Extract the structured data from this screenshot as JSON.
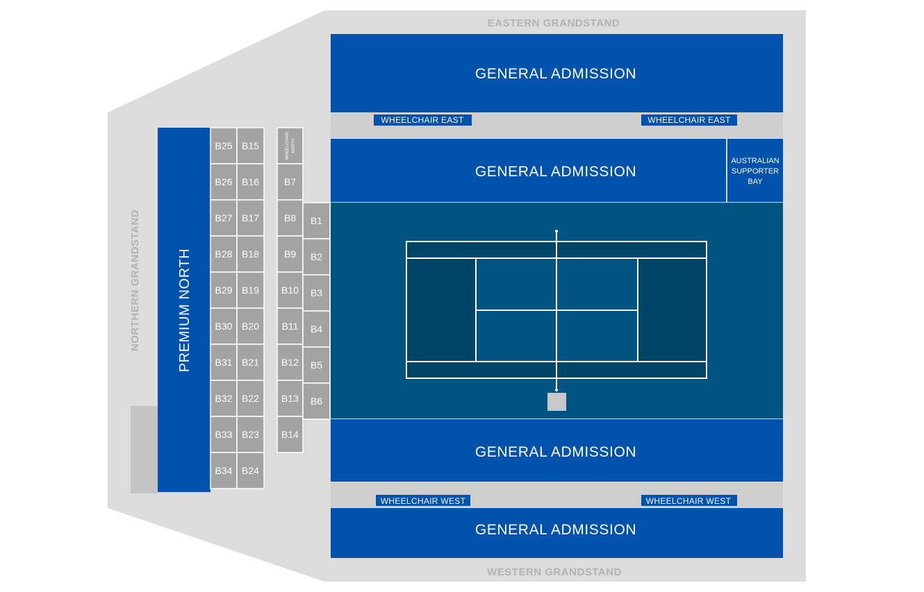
{
  "stands": {
    "eastern": "EASTERN GRANDSTAND",
    "western": "WESTERN GRANDSTAND",
    "northern": "NORTHERN GRANDSTAND"
  },
  "sections": {
    "ga_east_top": "GENERAL ADMISSION",
    "ga_east_bottom": "GENERAL ADMISSION",
    "ga_west_top": "GENERAL ADMISSION",
    "ga_west_bottom": "GENERAL ADMISSION",
    "wheelchair_east_1": "WHEELCHAIR EAST",
    "wheelchair_east_2": "WHEELCHAIR EAST",
    "wheelchair_west_1": "WHEELCHAIR WEST",
    "wheelchair_west_2": "WHEELCHAIR WEST",
    "wheelchair_north": [
      "WHEELCHAIR",
      "NORTH"
    ],
    "supporter_bay": [
      "AUSTRALIAN",
      "SUPPORTER",
      "BAY"
    ],
    "premium_north": "PREMIUM NORTH"
  },
  "boxes": {
    "col_outer": [
      "B25",
      "B26",
      "B27",
      "B28",
      "B29",
      "B30",
      "B31",
      "B32",
      "B33",
      "B34"
    ],
    "col_mid": [
      "B15",
      "B16",
      "B17",
      "B18",
      "B19",
      "B20",
      "B21",
      "B22",
      "B23",
      "B24"
    ],
    "col_inner": [
      "B7",
      "B8",
      "B9",
      "B10",
      "B11",
      "B12",
      "B13",
      "B14"
    ],
    "col_court": [
      "B1",
      "B2",
      "B3",
      "B4",
      "B5",
      "B6"
    ]
  },
  "colors": {
    "general_admission": "#0052ad",
    "court_surround": "#005482",
    "court": "#004468",
    "box": "#a3a3a3",
    "concourse": "#dcdcdc"
  }
}
